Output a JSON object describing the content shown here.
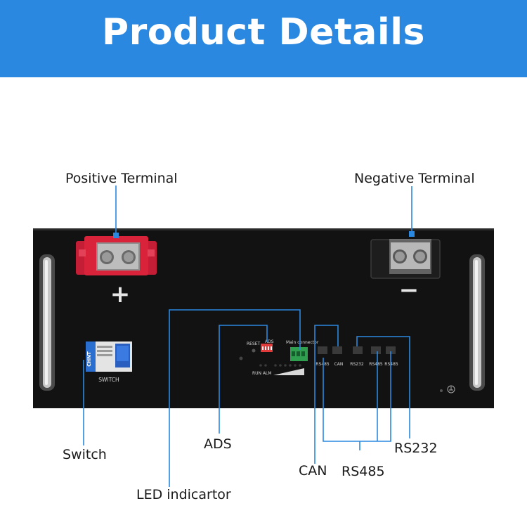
{
  "banner": {
    "title": "Product Details"
  },
  "callouts": {
    "positive_terminal": "Positive Terminal",
    "negative_terminal": "Negative Terminal",
    "switch": "Switch",
    "ads": "ADS",
    "led": "LED indicartor",
    "can": "CAN",
    "rs485": "RS485",
    "rs232": "RS232"
  },
  "panel_text": {
    "plus": "+",
    "minus": "−",
    "switch": "SWITCH",
    "breaker_brand": "CHNT",
    "reset": "RESET",
    "ads": "ADS",
    "main_connector": "Main  connector",
    "run_alm": "RUN ALM",
    "port_rs485_left": "RS485",
    "port_can": "CAN",
    "port_rs232": "RS232",
    "port_rs485_mid": "RS485",
    "port_rs485_right": "RS485"
  },
  "colors": {
    "banner": "#2a88e0",
    "callout_line": "#2a88e0",
    "panel": "#121212",
    "positive": "#d8233b"
  }
}
